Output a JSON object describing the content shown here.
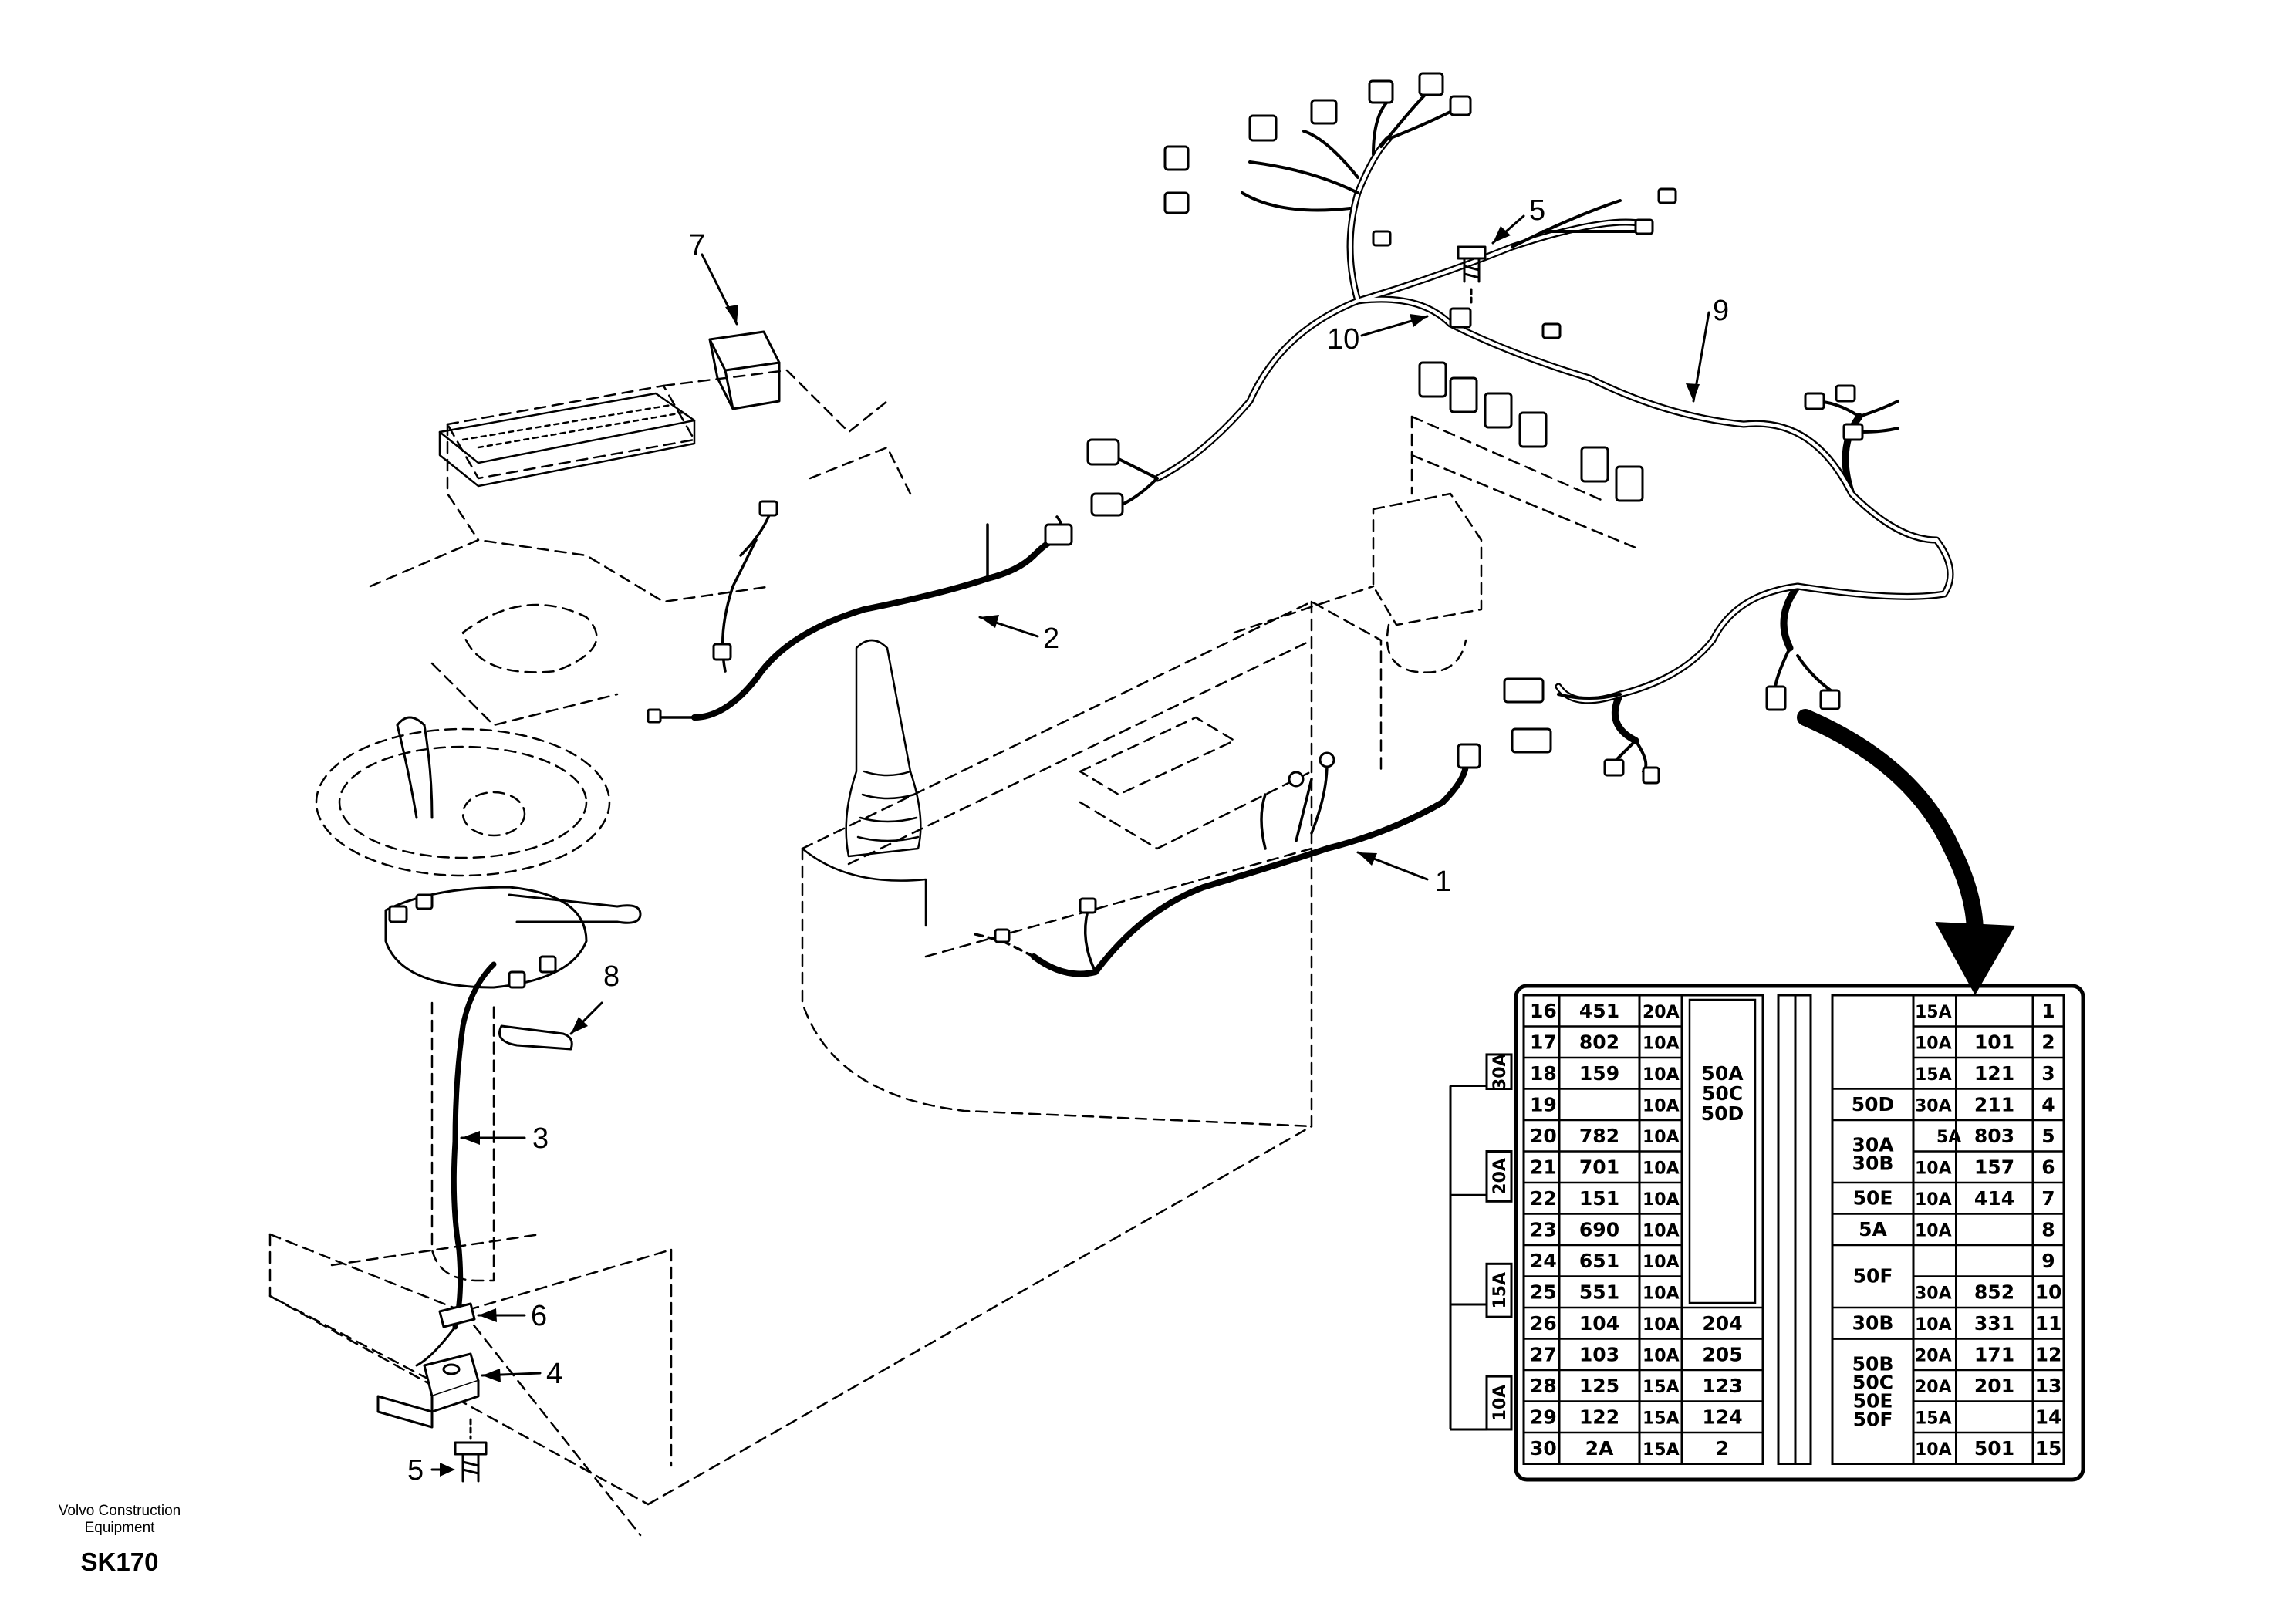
{
  "callouts": [
    "1",
    "2",
    "3",
    "4",
    "5",
    "5",
    "6",
    "7",
    "8",
    "9",
    "10"
  ],
  "corner": {
    "company_line1": "Volvo Construction",
    "company_line2": "Equipment",
    "model": "SK170"
  },
  "fuse_panel": {
    "group_labels": [
      "30A",
      "20A",
      "15A",
      "10A"
    ],
    "left_rows": [
      {
        "n": "16",
        "wire": "451",
        "amp": "20A"
      },
      {
        "n": "17",
        "wire": "802",
        "amp": "10A"
      },
      {
        "n": "18",
        "wire": "159",
        "amp": "10A"
      },
      {
        "n": "19",
        "wire": "",
        "amp": "10A"
      },
      {
        "n": "20",
        "wire": "782",
        "amp": "10A"
      },
      {
        "n": "21",
        "wire": "701",
        "amp": "10A"
      },
      {
        "n": "22",
        "wire": "151",
        "amp": "10A"
      },
      {
        "n": "23",
        "wire": "690",
        "amp": "10A"
      },
      {
        "n": "24",
        "wire": "651",
        "amp": "10A"
      },
      {
        "n": "25",
        "wire": "551",
        "amp": "10A"
      },
      {
        "n": "26",
        "wire": "104",
        "amp": "10A",
        "relay": "204"
      },
      {
        "n": "27",
        "wire": "103",
        "amp": "10A",
        "relay": "205"
      },
      {
        "n": "28",
        "wire": "125",
        "amp": "15A",
        "relay": "123"
      },
      {
        "n": "29",
        "wire": "122",
        "amp": "15A",
        "relay": "124"
      },
      {
        "n": "30",
        "wire": "2A",
        "amp": "15A",
        "relay": "2"
      }
    ],
    "left_big_block": [
      "50A",
      "50C",
      "50D"
    ],
    "middle_labels": [
      {
        "row": 4,
        "lines": [
          "50D"
        ]
      },
      {
        "row": 5.6,
        "lines": [
          "30A",
          "30B"
        ]
      },
      {
        "row": 7,
        "lines": [
          "50E"
        ]
      },
      {
        "row": 8,
        "lines": [
          "5A"
        ]
      },
      {
        "row": 9.5,
        "lines": [
          "50F"
        ]
      },
      {
        "row": 11,
        "lines": [
          "30B"
        ]
      },
      {
        "row": 13.2,
        "lines": [
          "50B",
          "50C",
          "50E",
          "50F"
        ]
      }
    ],
    "right_rows": [
      {
        "amp": "15A",
        "wire": "",
        "n": "1"
      },
      {
        "amp": "10A",
        "wire": "101",
        "n": "2"
      },
      {
        "amp": "15A",
        "wire": "121",
        "n": "3"
      },
      {
        "amp": "30A",
        "wire": "211",
        "n": "4"
      },
      {
        "amp": "5A",
        "wire": "803",
        "n": "5"
      },
      {
        "amp": "10A",
        "wire": "157",
        "n": "6"
      },
      {
        "amp": "10A",
        "wire": "414",
        "n": "7"
      },
      {
        "amp": "10A",
        "wire": "",
        "n": "8"
      },
      {
        "amp": "",
        "wire": "",
        "n": "9"
      },
      {
        "amp": "30A",
        "wire": "852",
        "n": "10"
      },
      {
        "amp": "10A",
        "wire": "331",
        "n": "11"
      },
      {
        "amp": "20A",
        "wire": "171",
        "n": "12"
      },
      {
        "amp": "20A",
        "wire": "201",
        "n": "13"
      },
      {
        "amp": "15A",
        "wire": "",
        "n": "14"
      },
      {
        "amp": "10A",
        "wire": "501",
        "n": "15"
      }
    ]
  }
}
